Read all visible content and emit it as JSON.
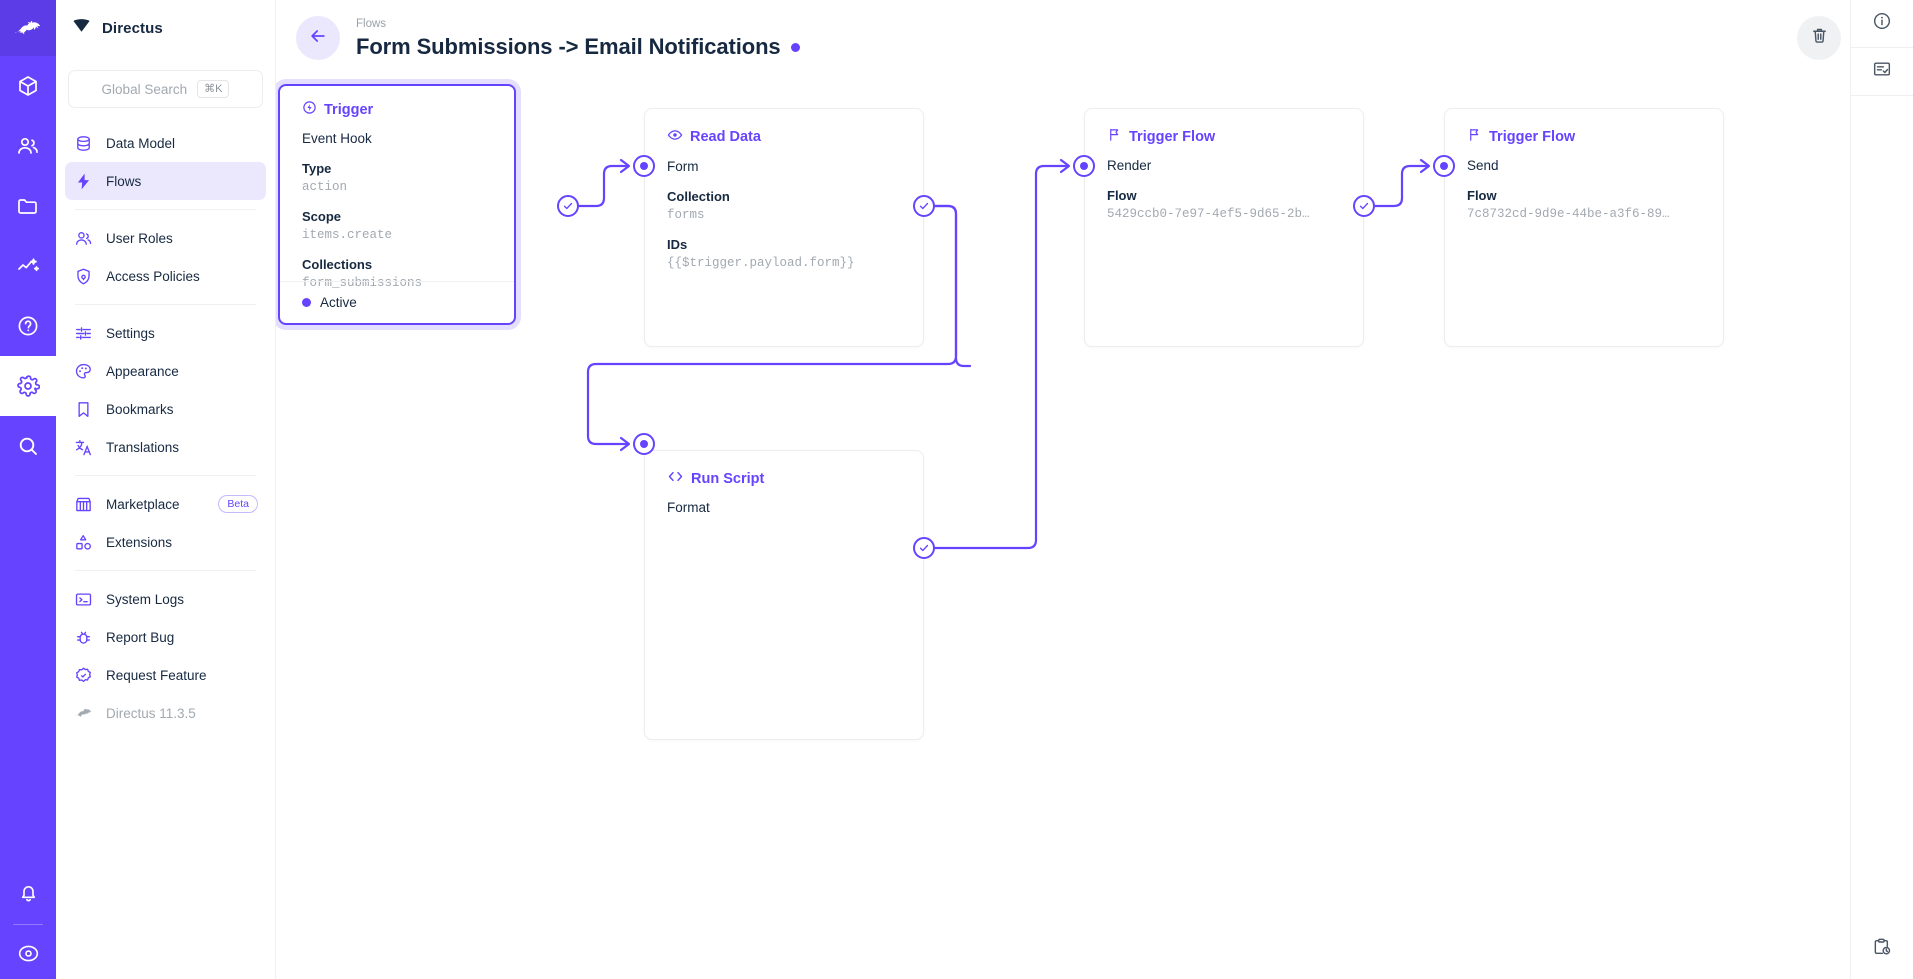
{
  "colors": {
    "brand": "#6644ff",
    "brand_rail": "#6644ff",
    "brand_rail_active": "#5b3ce6",
    "text": "#172940",
    "muted": "#a2a9b0",
    "active_nav_bg": "#ebe8fe",
    "border": "#ededf0"
  },
  "rail": {
    "logo_icon": "directus-rabbit-logo",
    "items": [
      {
        "icon": "box-icon",
        "name": "content-module",
        "active": false
      },
      {
        "icon": "users-icon",
        "name": "users-module",
        "active": false
      },
      {
        "icon": "folder-icon",
        "name": "files-module",
        "active": false
      },
      {
        "icon": "insights-chart-icon",
        "name": "insights-module",
        "active": false
      },
      {
        "icon": "question-circle-icon",
        "name": "docs-module",
        "active": false
      },
      {
        "icon": "gear-icon",
        "name": "settings-module",
        "active": true
      },
      {
        "icon": "search-icon",
        "name": "search-module",
        "active": false
      }
    ],
    "bottom": [
      {
        "icon": "bell-icon",
        "name": "notifications-button"
      },
      {
        "icon": "user-circle-icon",
        "name": "user-account-button"
      }
    ]
  },
  "sidebar": {
    "brand": "Directus",
    "brand_icon": "directus-diamond-logo",
    "search": {
      "placeholder": "Global Search",
      "shortcut": "⌘K",
      "icon": "search-icon"
    },
    "groups": [
      {
        "items": [
          {
            "label": "Data Model",
            "icon": "database-icon",
            "active": false
          },
          {
            "label": "Flows",
            "icon": "lightning-bolt-icon",
            "active": true
          }
        ]
      },
      {
        "items": [
          {
            "label": "User Roles",
            "icon": "users-icon",
            "active": false
          },
          {
            "label": "Access Policies",
            "icon": "shield-lock-icon",
            "active": false
          }
        ]
      },
      {
        "items": [
          {
            "label": "Settings",
            "icon": "sliders-icon",
            "active": false
          },
          {
            "label": "Appearance",
            "icon": "palette-icon",
            "active": false
          },
          {
            "label": "Bookmarks",
            "icon": "bookmark-icon",
            "active": false
          },
          {
            "label": "Translations",
            "icon": "translate-icon",
            "active": false
          }
        ]
      },
      {
        "items": [
          {
            "label": "Marketplace",
            "icon": "storefront-icon",
            "badge": "Beta",
            "active": false
          },
          {
            "label": "Extensions",
            "icon": "extensions-shapes-icon",
            "active": false
          }
        ]
      },
      {
        "items": [
          {
            "label": "System Logs",
            "icon": "terminal-icon",
            "active": false
          },
          {
            "label": "Report Bug",
            "icon": "bug-icon",
            "active": false
          },
          {
            "label": "Request Feature",
            "icon": "badge-check-icon",
            "active": false
          },
          {
            "label": "Directus 11.3.5",
            "icon": "directus-rabbit-icon",
            "active": false,
            "muted": true
          }
        ]
      }
    ]
  },
  "header": {
    "back_icon": "arrow-left-icon",
    "breadcrumb": "Flows",
    "title": "Form Submissions -> Email Notifications",
    "status_dot_color": "#6644ff",
    "actions": [
      {
        "name": "delete-flow-button",
        "icon": "trash-icon",
        "style": "grey"
      },
      {
        "name": "edit-flow-button",
        "icon": "pencil-icon",
        "style": "outlined"
      }
    ]
  },
  "right_rail": {
    "top": [
      {
        "name": "info-sidebar-button",
        "icon": "info-circle-icon"
      },
      {
        "name": "logs-sidebar-button",
        "icon": "list-check-icon"
      }
    ],
    "bottom": {
      "name": "clipboard-history-button",
      "icon": "clipboard-clock-icon"
    }
  },
  "flow": {
    "nodes": [
      {
        "id": "trigger",
        "type": "trigger",
        "title": "Trigger",
        "icon": "trigger-circle-icon",
        "operation": "Event Hook",
        "fields": [
          {
            "key": "Type",
            "value": "action"
          },
          {
            "key": "Scope",
            "value": "items.create"
          },
          {
            "key": "Collections",
            "value": "form_submissions"
          }
        ],
        "status": "Active",
        "selected": true
      },
      {
        "id": "read-data",
        "type": "read",
        "title": "Read Data",
        "icon": "eye-icon",
        "operation": "Form",
        "fields": [
          {
            "key": "Collection",
            "value": "forms"
          },
          {
            "key": "IDs",
            "value": "{{$trigger.payload.form}}"
          }
        ]
      },
      {
        "id": "run-script",
        "type": "script",
        "title": "Run Script",
        "icon": "code-brackets-icon",
        "operation": "Format",
        "fields": []
      },
      {
        "id": "trigger-flow-render",
        "type": "trigger-flow",
        "title": "Trigger Flow",
        "icon": "flag-icon",
        "operation": "Render",
        "fields": [
          {
            "key": "Flow",
            "value": "5429ccb0-7e97-4ef5-9d65-2b…"
          }
        ]
      },
      {
        "id": "trigger-flow-send",
        "type": "trigger-flow",
        "title": "Trigger Flow",
        "icon": "flag-icon",
        "operation": "Send",
        "fields": [
          {
            "key": "Flow",
            "value": "7c8732cd-9d9e-44be-a3f6-89…"
          }
        ]
      }
    ]
  }
}
